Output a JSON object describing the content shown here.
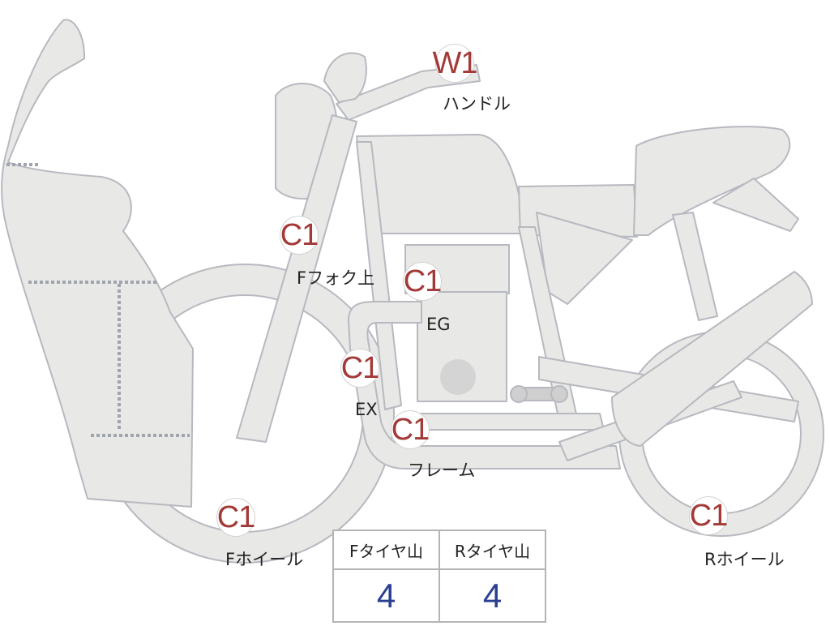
{
  "diagram": {
    "colors": {
      "part_fill": "#e8e8e6",
      "part_stroke": "#b7b9c0",
      "dotted_line": "#a0a4ae",
      "badge_red": "#a33a38",
      "value_blue": "#2a3f8f"
    },
    "markers": [
      {
        "id": "handle",
        "code": "W1",
        "label": "ハンドル"
      },
      {
        "id": "front-fork-upper",
        "code": "C1",
        "label": "Fフォク上"
      },
      {
        "id": "engine",
        "code": "C1",
        "label": "EG"
      },
      {
        "id": "exhaust",
        "code": "C1",
        "label": "EX"
      },
      {
        "id": "frame",
        "code": "C1",
        "label": "フレーム"
      },
      {
        "id": "front-wheel",
        "code": "C1",
        "label": "Fホイール"
      },
      {
        "id": "rear-wheel",
        "code": "C1",
        "label": "Rホイール"
      }
    ],
    "tire_tread": {
      "headers": [
        "Fタイヤ山",
        "Rタイヤ山"
      ],
      "values": [
        "4",
        "4"
      ]
    }
  }
}
